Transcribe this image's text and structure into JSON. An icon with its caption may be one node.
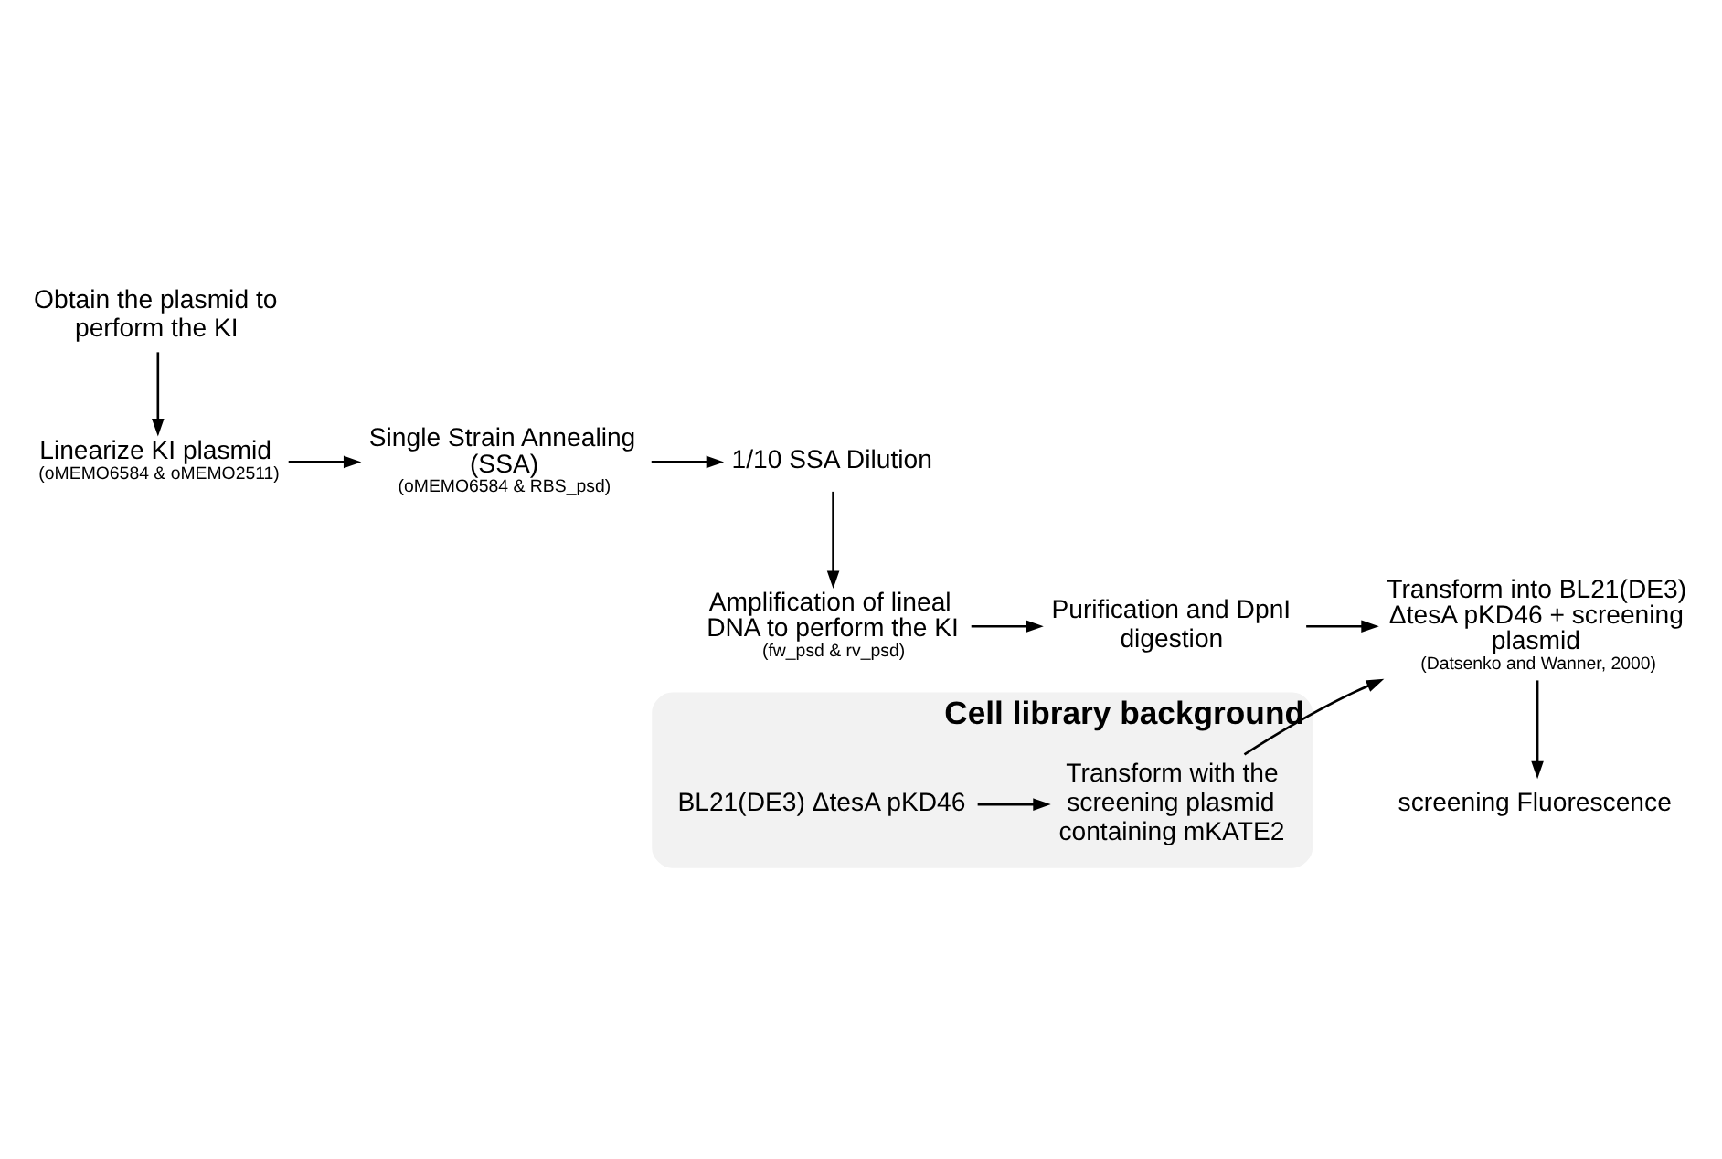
{
  "diagram": {
    "nodes": [
      {
        "text": [
          "Obtain the plasmid to perform the KI"
        ]
      },
      {
        "text": [
          "Linearize KI plasmid",
          "(oMEMO6584 & oMEMO2511)"
        ]
      },
      {
        "text": [
          "Single Strain Annealing (SSA)",
          "(oMEMO6584 & RBS_psd)"
        ]
      },
      {
        "text": [
          "1/10 SSA Dilution"
        ]
      },
      {
        "text": [
          "Amplification of lineal DNA to perform the KI",
          "(fw_psd & rv_psd)"
        ]
      },
      {
        "text": [
          "Purification and DpnI digestion"
        ]
      },
      {
        "text": [
          "Transform into BL21(DE3) ΔtesA pKD46 + screening plasmid",
          "(Datsenko and Wanner, 2000)"
        ]
      },
      {
        "text": [
          "screening Fluorescence"
        ]
      },
      {
        "text": [
          "Cell library background"
        ]
      },
      {
        "text": [
          "Transform with the screening plasmid containing mKATE2"
        ],
        "in": 8
      },
      {
        "text": [
          "BL21(DE3) ΔtesA pKD46"
        ],
        "in": 8
      }
    ],
    "edges": [
      {
        "from": 0,
        "to": 1,
        "arrow": "to"
      },
      {
        "from": 1,
        "to": 2,
        "arrow": "to"
      },
      {
        "from": 2,
        "to": 3,
        "arrow": "to"
      },
      {
        "from": 3,
        "to": 4,
        "arrow": "to"
      },
      {
        "from": 4,
        "to": 5,
        "arrow": "to"
      },
      {
        "from": 5,
        "to": 6,
        "arrow": "to"
      },
      {
        "from": 6,
        "to": 7,
        "arrow": "to"
      },
      {
        "from": 10,
        "to": 9,
        "arrow": "to"
      },
      {
        "from": 9,
        "to": 6,
        "arrow": "to"
      }
    ]
  }
}
